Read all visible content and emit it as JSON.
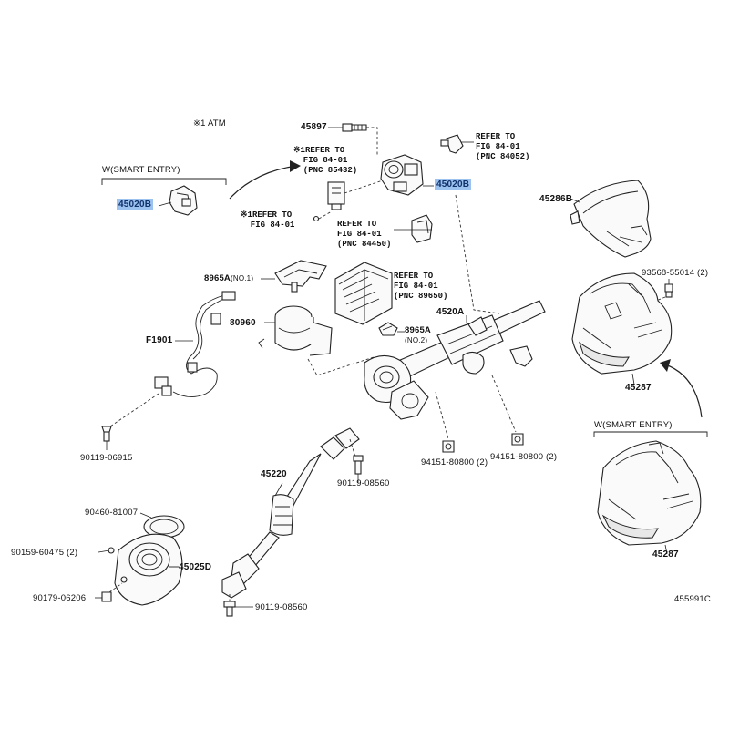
{
  "notes": {
    "atm_note": "※1 ATM"
  },
  "groups": {
    "smart_entry_top": "W(SMART ENTRY)",
    "smart_entry_bottom": "W(SMART ENTRY)"
  },
  "parts": {
    "p45897": "45897",
    "p45020b_left": "45020B",
    "p45020b_right": "45020B",
    "p45286b": "45286B",
    "p93568": "93568-55014",
    "p93568_qty": "(2)",
    "p8965a_no1": "8965A",
    "p8965a_no1_tag": "(NO.1)",
    "p80960": "80960",
    "p8965a_no2": "8965A",
    "p8965a_no2_tag": "(NO.2)",
    "p4520a": "4520A",
    "pF1901": "F1901",
    "p45287_top": "45287",
    "p45287_bottom": "45287",
    "p90119_06915": "90119-06915",
    "p94151_left": "94151-80800",
    "p94151_left_qty": "(2)",
    "p94151_right": "94151-80800",
    "p94151_right_qty": "(2)",
    "p45220": "45220",
    "p90119_08560_a": "90119-08560",
    "p90460": "90460-81007",
    "p90159": "90159-60475",
    "p90159_qty": "(2)",
    "p45025d": "45025D",
    "p90179": "90179-06206",
    "p90119_08560_b": "90119-08560"
  },
  "refs": {
    "ref_85432": "※1REFER TO\n  FIG 84-01\n  (PNC 85432)",
    "ref_84052": "REFER TO\nFIG 84-01\n(PNC 84052)",
    "ref_fig": "※1REFER TO\n  FIG 84-01",
    "ref_84450": "REFER TO\nFIG 84-01\n(PNC 84450)",
    "ref_89650": "REFER TO\nFIG 84-01\n(PNC 89650)"
  },
  "diagram_id": "455991C",
  "highlight_color": "#9cc3f0"
}
